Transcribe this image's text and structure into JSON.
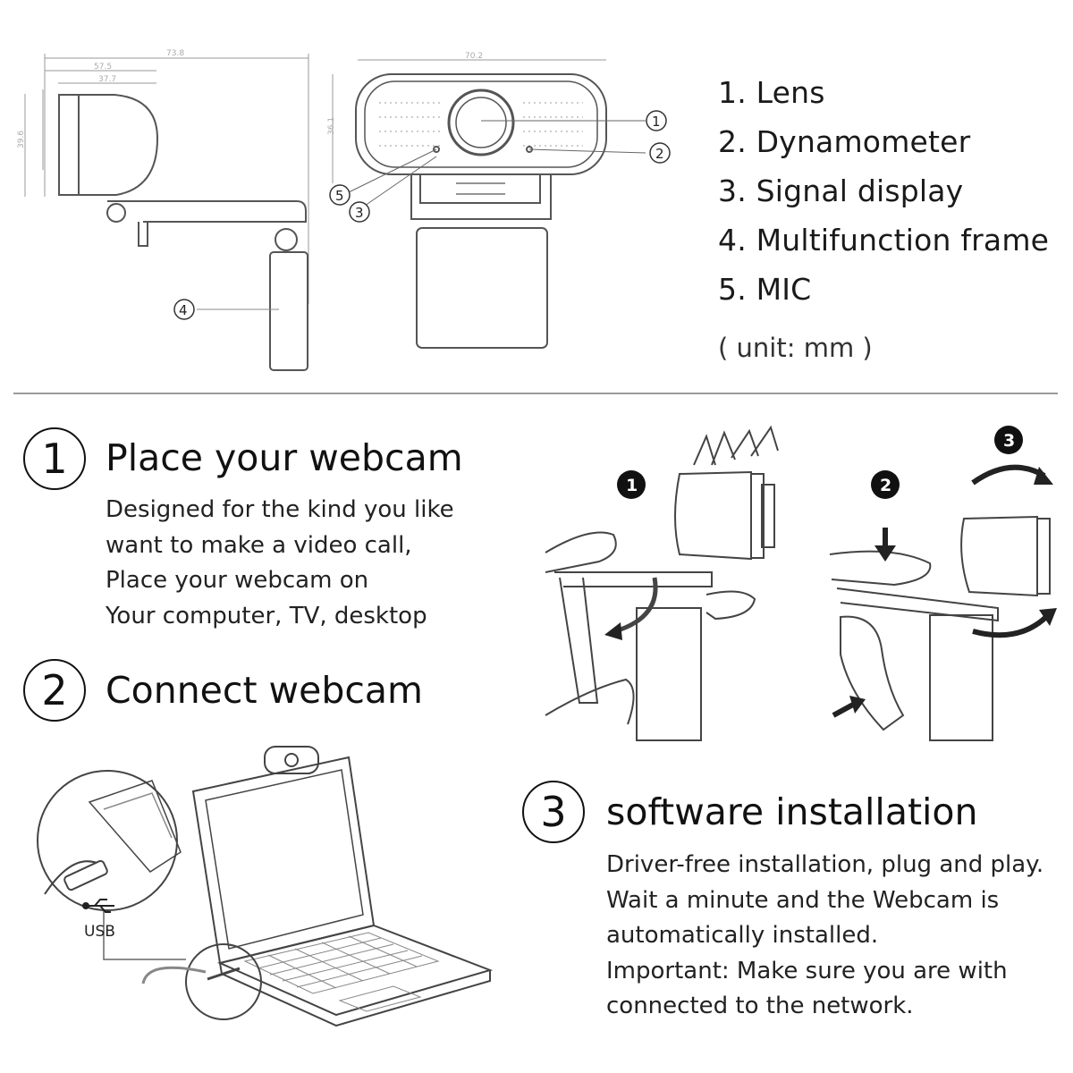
{
  "spec_list": {
    "items": [
      "1. Lens",
      "2. Dynamometer",
      "3. Signal display",
      "4. Multifunction frame",
      "5. MIC"
    ],
    "unit_note": "( unit: mm )"
  },
  "drawing_callouts": [
    "1",
    "2",
    "3",
    "4",
    "5"
  ],
  "dimension_labels": [
    "73.8",
    "57.5",
    "37.7",
    "70.2",
    "36.1",
    "39.6"
  ],
  "steps": [
    {
      "number": "1",
      "title": "Place your webcam",
      "description": [
        "Designed for the kind you like",
        "want to make a video call,",
        "Place your webcam on",
        "Your computer, TV, desktop"
      ]
    },
    {
      "number": "2",
      "title": "Connect webcam",
      "description": []
    },
    {
      "number": "3",
      "title": "software installation",
      "description": [
        "Driver-free installation, plug and play.",
        "Wait a minute and the Webcam is",
        "automatically installed.",
        "Important: Make sure you are with",
        "connected to the network."
      ]
    }
  ],
  "mount_badges": [
    "1",
    "2",
    "3"
  ],
  "usb_label": "USB"
}
